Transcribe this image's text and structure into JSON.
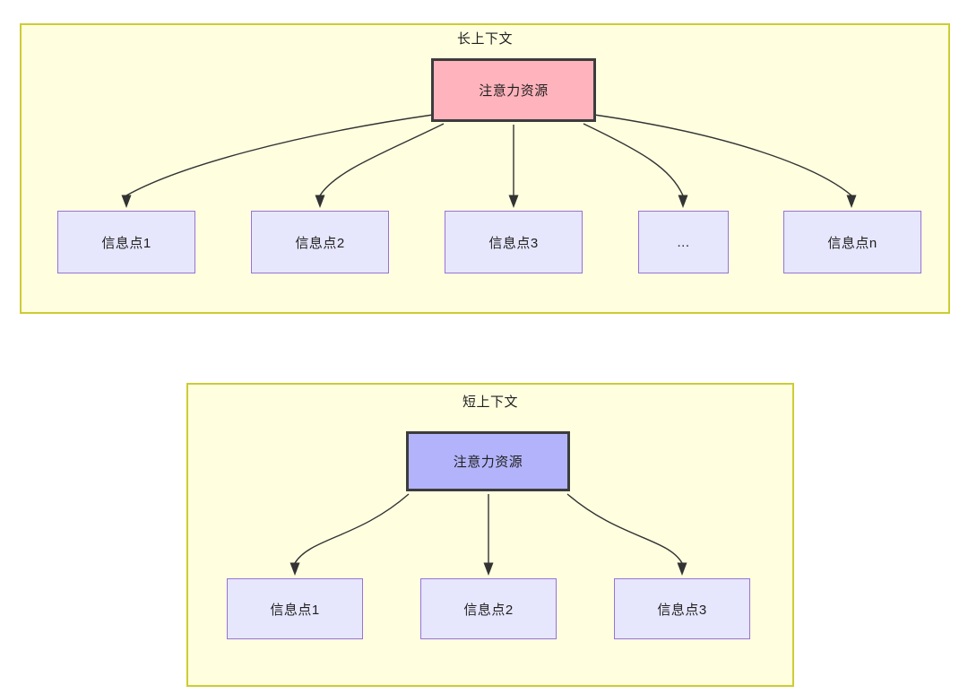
{
  "diagram": {
    "title_semantics": "attention-resource-allocation-long-vs-short-context",
    "colors": {
      "panel_fill": "#FFFFE0",
      "panel_border": "#CCCC33",
      "attention_long_fill": "#FFB3BC",
      "attention_short_fill": "#B3B3FB",
      "node_border_dark": "#3C3C3C",
      "info_fill": "#E6E6FD",
      "info_border": "#9673D6",
      "edge_stroke": "#333333",
      "text": "#1F1F1F"
    }
  },
  "panels": [
    {
      "id": "long-context",
      "title": "长上下文",
      "root": {
        "label": "注意力资源"
      },
      "children": [
        {
          "label": "信息点1"
        },
        {
          "label": "信息点2"
        },
        {
          "label": "信息点3"
        },
        {
          "label": "..."
        },
        {
          "label": "信息点n"
        }
      ]
    },
    {
      "id": "short-context",
      "title": "短上下文",
      "root": {
        "label": "注意力资源"
      },
      "children": [
        {
          "label": "信息点1"
        },
        {
          "label": "信息点2"
        },
        {
          "label": "信息点3"
        }
      ]
    }
  ]
}
